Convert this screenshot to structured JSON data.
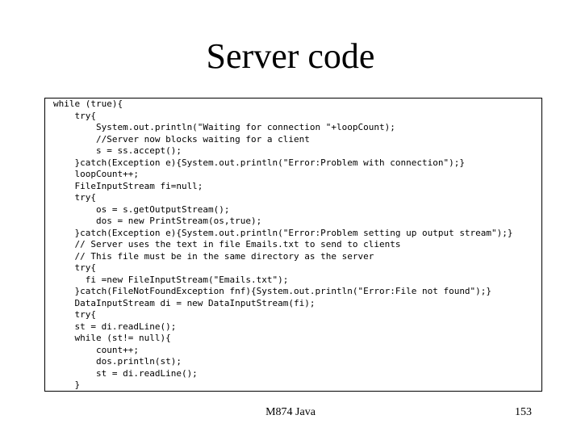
{
  "slide": {
    "title": "Server code",
    "footer_center": "M874 Java",
    "page_number": "153"
  },
  "code_lines": [
    "while (true){",
    "    try{",
    "        System.out.println(\"Waiting for connection \"+loopCount);",
    "        //Server now blocks waiting for a client",
    "        s = ss.accept();",
    "    }catch(Exception e){System.out.println(\"Error:Problem with connection\");}",
    "    loopCount++;",
    "    FileInputStream fi=null;",
    "    try{",
    "        os = s.getOutputStream();",
    "        dos = new PrintStream(os,true);",
    "    }catch(Exception e){System.out.println(\"Error:Problem setting up output stream\");}",
    "    // Server uses the text in file Emails.txt to send to clients",
    "    // This file must be in the same directory as the server",
    "    try{",
    "      fi =new FileInputStream(\"Emails.txt\");",
    "    }catch(FileNotFoundException fnf){System.out.println(\"Error:File not found\");}",
    "    DataInputStream di = new DataInputStream(fi);",
    "    try{",
    "    st = di.readLine();",
    "    while (st!= null){",
    "        count++;",
    "        dos.println(st);",
    "        st = di.readLine();",
    "    }"
  ]
}
